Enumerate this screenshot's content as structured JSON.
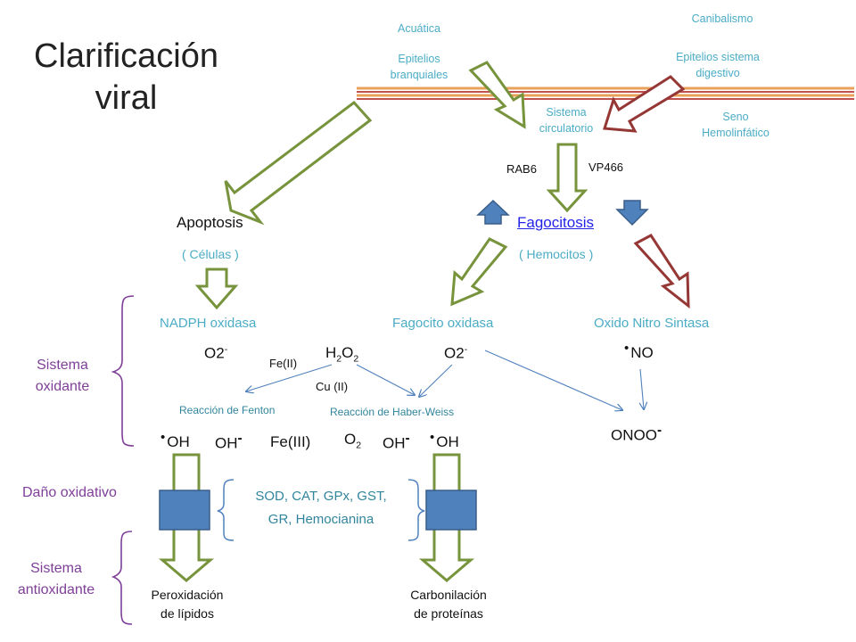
{
  "title": {
    "line1": "Clarificación",
    "line2": "viral"
  },
  "entry": {
    "acuatica": "Acuática",
    "epitelios_branquiales_1": "Epitelios",
    "epitelios_branquiales_2": "branquiales",
    "canibalismo": "Canibalismo",
    "epitelios_digestivo_1": "Epitelios sistema",
    "epitelios_digestivo_2": "digestivo",
    "sistema_circulatorio_1": "Sistema",
    "sistema_circulatorio_2": "circulatorio",
    "seno_1": "Seno",
    "seno_2": "Hemolinfático",
    "rab6": "RAB6",
    "vp466": "VP466"
  },
  "apoptosis": {
    "label": "Apoptosis",
    "sub": "(  Células  )"
  },
  "fagocitosis": {
    "label": "Fagocitosis",
    "sub": "(  Hemocitos  )"
  },
  "enzymes": {
    "nadph": "NADPH oxidasa",
    "fagocito": "Fagocito oxidasa",
    "nitro": "Oxido Nitro Sintasa"
  },
  "species": {
    "o2_left": "O2",
    "o2_left_sup": "-",
    "h2o2_h": "H",
    "h2o2_2a": "2",
    "h2o2_o": "O",
    "h2o2_2b": "2",
    "o2_right": "O2",
    "o2_right_sup": "-",
    "no_dot": "•",
    "no": "NO",
    "fe2": "Fe(II)",
    "cu2": "Cu (II)",
    "fenton": "Reacción de Fenton",
    "haber": "Reacción de Haber-Weiss",
    "onoo": "ONOO",
    "onoo_sup": "-",
    "oh1_dot": "•",
    "oh1": "OH",
    "oh_minus_1": "OH",
    "oh_minus_1_sup": "-",
    "fe3": "Fe(III)",
    "o2_o": "O",
    "o2_sub": "2",
    "oh_minus_2": "OH",
    "oh_minus_2_sup": "-",
    "oh2_dot": "•",
    "oh2": "OH"
  },
  "left_labels": {
    "sistema_oxidante_1": "Sistema",
    "sistema_oxidante_2": "oxidante",
    "dano": "Daño oxidativo",
    "sistema_antioxidante_1": "Sistema",
    "sistema_antioxidante_2": "antioxidante"
  },
  "antioxidants": {
    "line1": "SOD, CAT, GPx, GST,",
    "line2": "GR, Hemocianina"
  },
  "outcomes": {
    "lipidos_1": "Peroxidación",
    "lipidos_2": "de lípidos",
    "proteinas_1": "Carbonilación",
    "proteinas_2": "de proteínas"
  },
  "colors": {
    "green_arrow": "#77933c",
    "red_arrow": "#953735",
    "blue_arrow": "#4f81bd",
    "purple_brace": "#7f3f98",
    "teal_text": "#4bacc6",
    "band_orange": "#e9a15a",
    "band_red": "#c0504d"
  }
}
